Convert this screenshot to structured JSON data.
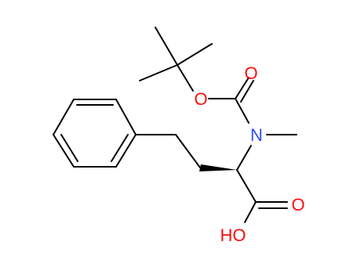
{
  "atoms": {
    "o_ester": "O",
    "o_carbonyl": "O",
    "n_amine": "N",
    "o_acid_carbonyl": "O",
    "oh_acid": "HO"
  },
  "colors": {
    "bond": "#000000",
    "oxygen": "#ff0d0d",
    "nitrogen": "#3050f8"
  }
}
